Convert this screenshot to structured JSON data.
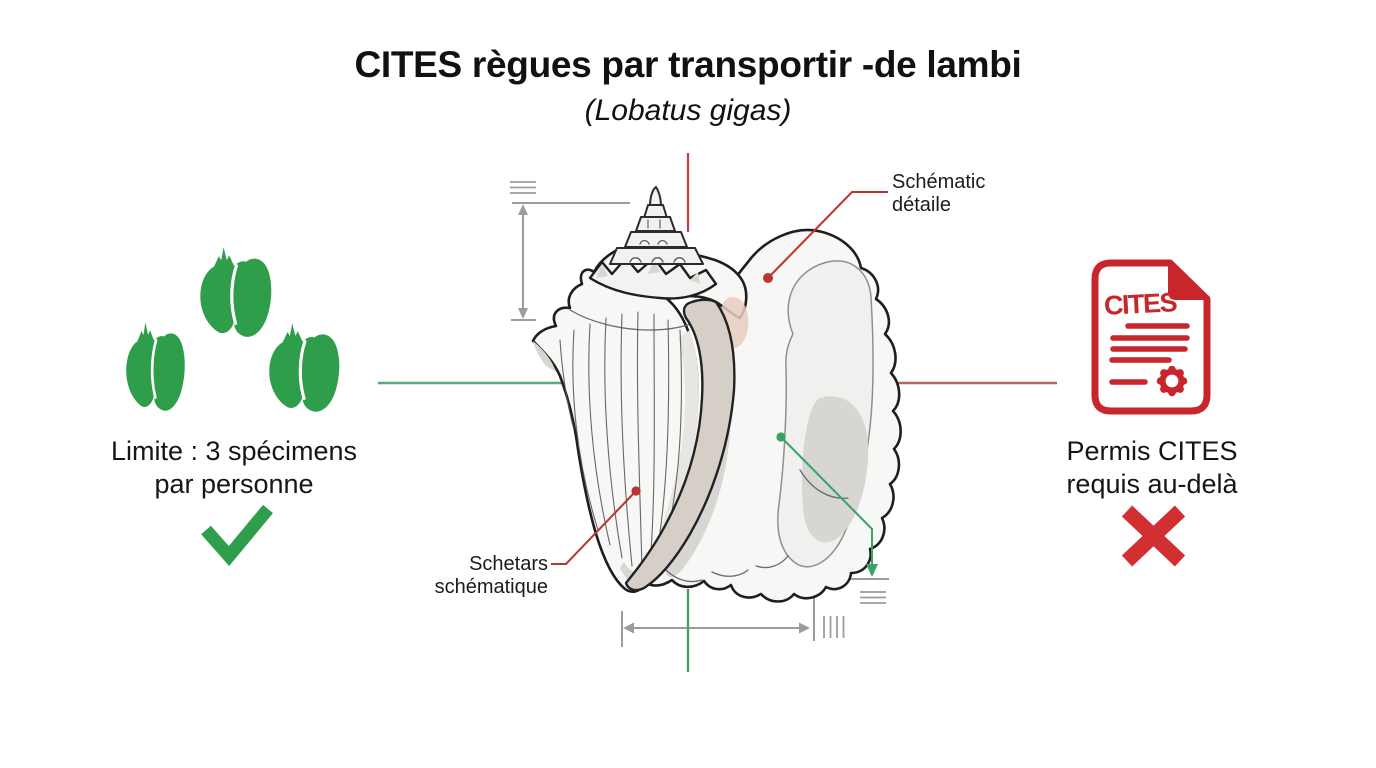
{
  "infographic": {
    "title": "CITES règues par transportir -de lambi",
    "subtitle": "(Lobatus gigas)"
  },
  "left_panel": {
    "shell_count": 3,
    "shell_icon": "green-conch-silhouette",
    "limit_line1": "Limite : 3 spécimens",
    "limit_line2": "par personne",
    "status_icon": "green-checkmark"
  },
  "diagram": {
    "subject": "queen-conch-shell-schematic",
    "callout_top_right": {
      "line1": "Schématic",
      "line2": "détaile"
    },
    "callout_bottom_left": {
      "line1": "Schetars",
      "line2": "schématique"
    }
  },
  "right_panel": {
    "doc_icon": "cites-permit-document",
    "doc_logo": "CITES",
    "permit_line1": "Permis CITES",
    "permit_line2": "requis au-delà",
    "status_icon": "red-x"
  },
  "colors": {
    "accent_green": "#2f9e4b",
    "check_green": "#2f9e4a",
    "line_green": "#5ca87e",
    "leader_green": "#3ba263",
    "accent_red": "#c9252c",
    "x_red": "#d22f33",
    "line_red": "#b86464",
    "leader_red": "#bb3333",
    "dimension_gray": "#9c9c9c",
    "text": "#1b1b1b"
  }
}
